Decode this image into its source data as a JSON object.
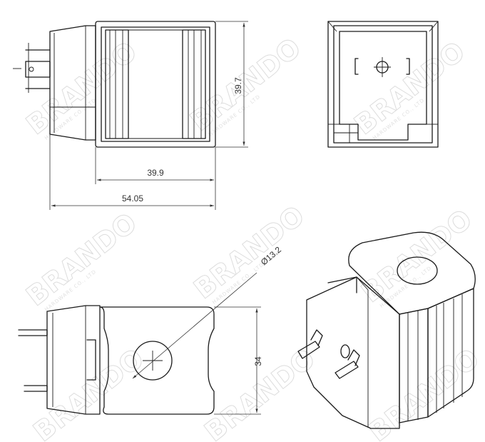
{
  "watermark": {
    "brand": "BRANDO",
    "company": "HARDWARE CO., LTD"
  },
  "dimensions": {
    "height_side": "39.7",
    "width_body": "39.9",
    "width_total": "54.05",
    "hole_diameter": "Ø13.2",
    "height_front": "34"
  }
}
